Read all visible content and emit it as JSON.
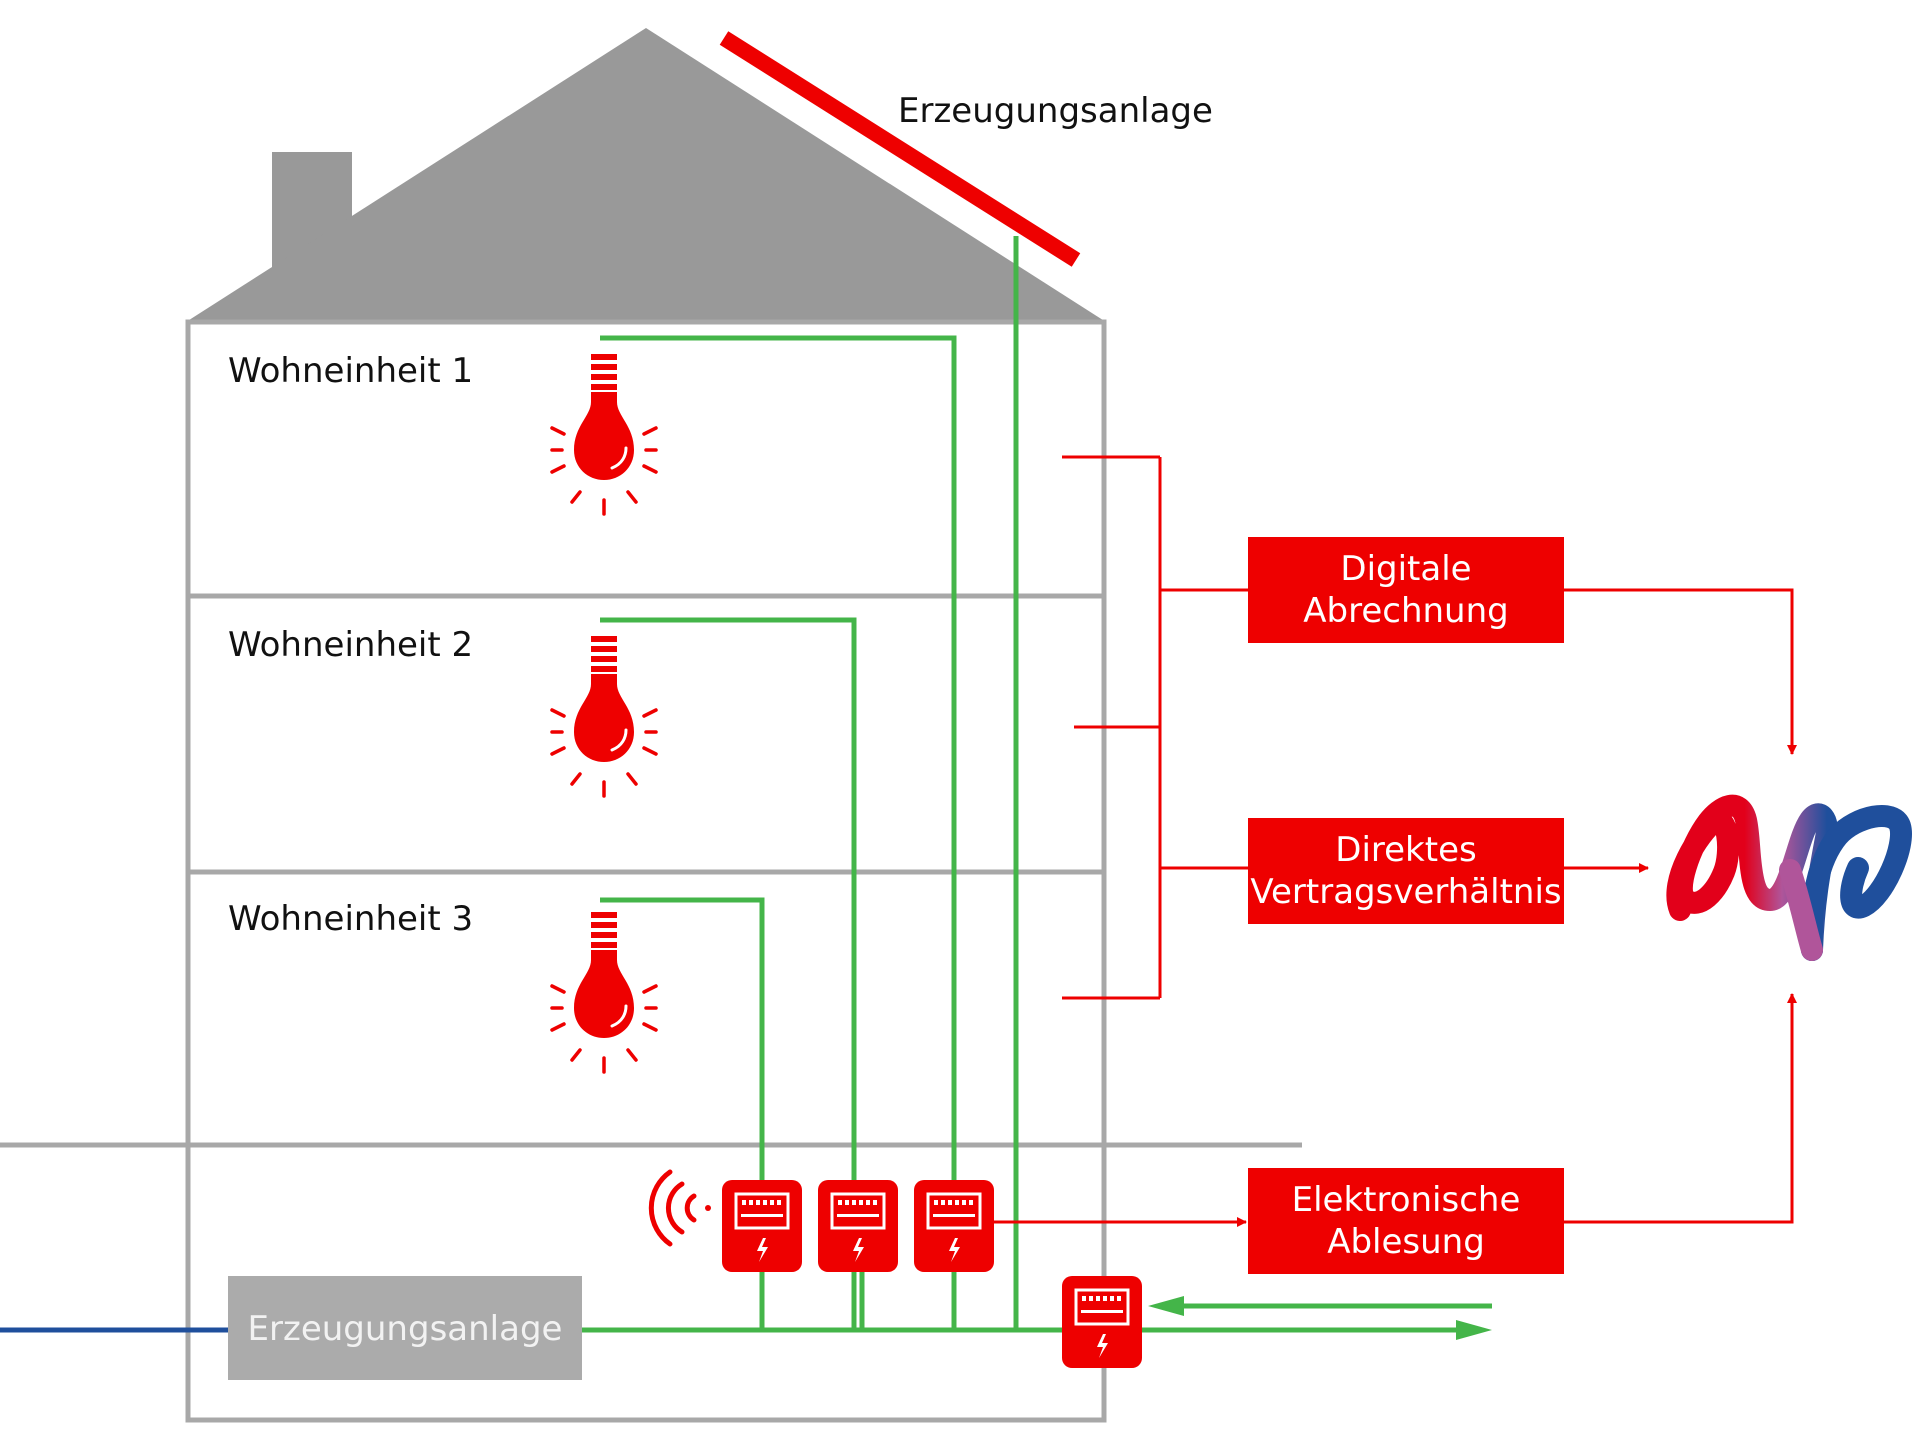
{
  "labels": {
    "roof_generation": "Erzeugungsanlage",
    "unit_1": "Wohneinheit 1",
    "unit_2": "Wohneinheit 2",
    "unit_3": "Wohneinheit 3",
    "cellar_generation": "Erzeugungsanlage"
  },
  "boxes": {
    "digital_billing": [
      "Digitale",
      "Abrechnung"
    ],
    "direct_contract": [
      "Direktes",
      "Vertragsverhältnis"
    ],
    "electronic_reading": [
      "Elektronische",
      "Ablesung"
    ]
  },
  "colors": {
    "house": "#999999",
    "house_outline": "#a8a8a8",
    "accent_red": "#ee0000",
    "wire_green": "#44b549",
    "grid_blue": "#1f4f9c",
    "generation_box": "#ababab",
    "logo_red": "#e2001a",
    "logo_purple": "#b0559a",
    "logo_blue": "#1f4f9c"
  },
  "icons": {
    "lamp": "light-bulb-icon",
    "meter": "electricity-meter-icon",
    "wireless": "wireless-signal-icon",
    "logo": "company-logo"
  }
}
